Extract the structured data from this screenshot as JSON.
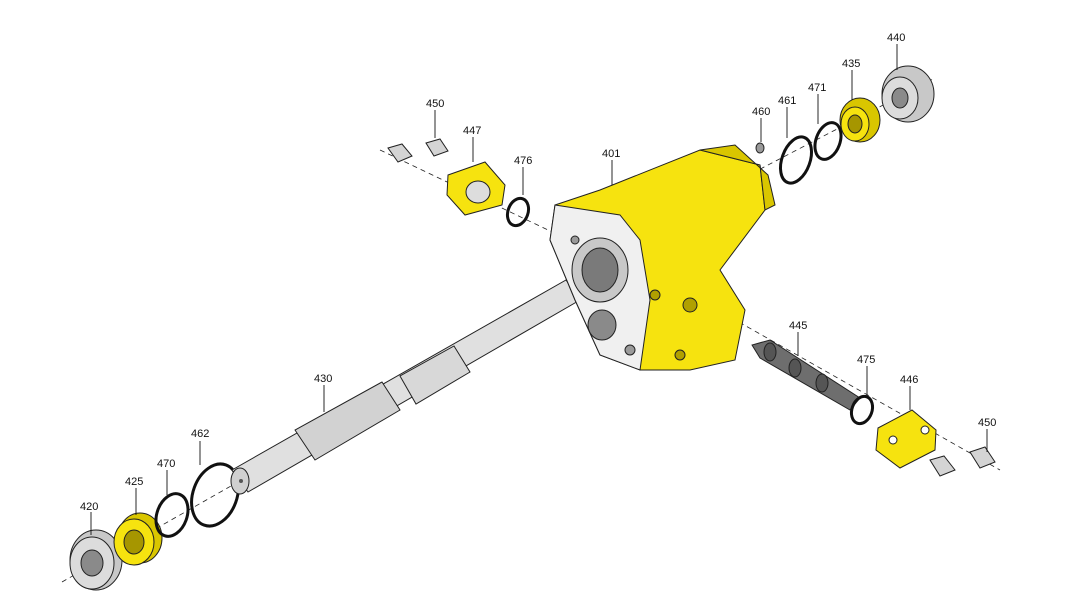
{
  "colors": {
    "part_yellow": "#f6e30f",
    "part_yellow_dark": "#d9c600",
    "part_grey": "#d0d0d0",
    "part_grey_dark": "#8a8a8a",
    "outline": "#222222",
    "ring": "#111111"
  },
  "callouts": [
    {
      "id": "401",
      "label": "401"
    },
    {
      "id": "420",
      "label": "420"
    },
    {
      "id": "425",
      "label": "425"
    },
    {
      "id": "430",
      "label": "430"
    },
    {
      "id": "435",
      "label": "435"
    },
    {
      "id": "440",
      "label": "440"
    },
    {
      "id": "445",
      "label": "445"
    },
    {
      "id": "446",
      "label": "446"
    },
    {
      "id": "447",
      "label": "447"
    },
    {
      "id": "450-top",
      "label": "450"
    },
    {
      "id": "450-bottom",
      "label": "450"
    },
    {
      "id": "460",
      "label": "460"
    },
    {
      "id": "461",
      "label": "461"
    },
    {
      "id": "462",
      "label": "462"
    },
    {
      "id": "470",
      "label": "470"
    },
    {
      "id": "471",
      "label": "471"
    },
    {
      "id": "475",
      "label": "475"
    },
    {
      "id": "476",
      "label": "476"
    }
  ]
}
